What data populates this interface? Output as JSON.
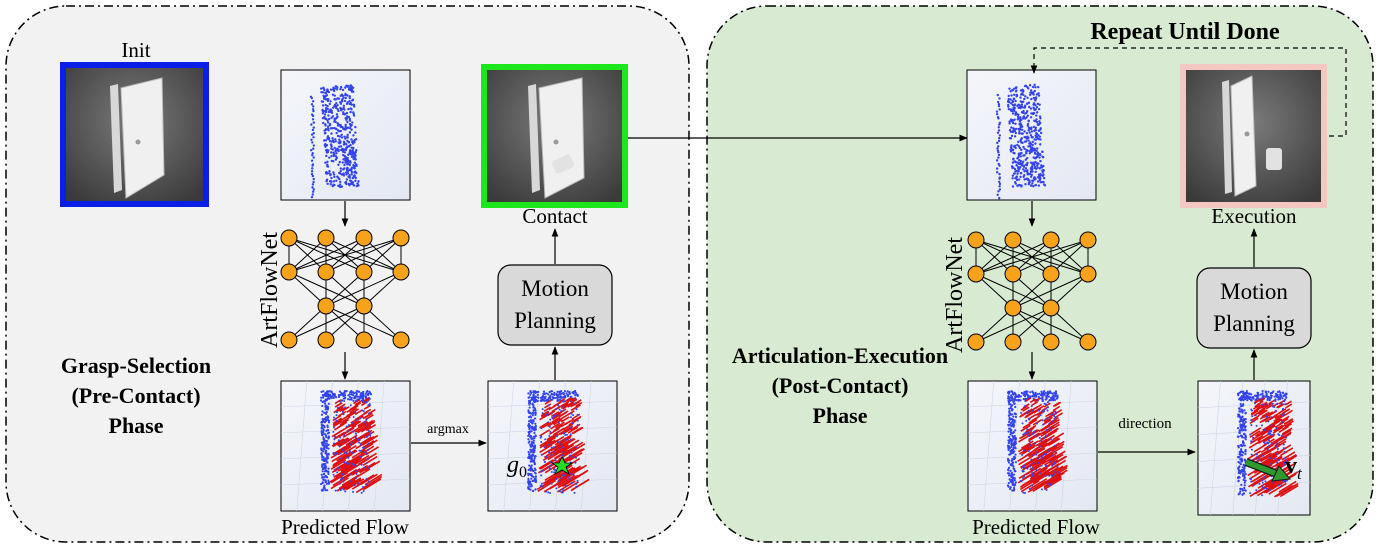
{
  "left_phase": {
    "title_lines": [
      "Grasp-Selection",
      "(Pre-Contact)",
      "Phase"
    ],
    "init_label": "Init",
    "contact_label": "Contact",
    "network_label": "ArtFlowNet",
    "motion_planning_lines": [
      "Motion",
      "Planning"
    ],
    "predicted_flow_label": "Predicted Flow",
    "arrow_label": "argmax",
    "grasp_symbol": "g",
    "grasp_subscript": "0"
  },
  "right_phase": {
    "banner": "Repeat Until Done",
    "title_lines": [
      "Articulation-Execution",
      "(Post-Contact)",
      "Phase"
    ],
    "execution_label": "Execution",
    "network_label": "ArtFlowNet",
    "motion_planning_lines": [
      "Motion",
      "Planning"
    ],
    "predicted_flow_label": "Predicted Flow",
    "arrow_label": "direction",
    "velocity_symbol": "v",
    "velocity_subscript": "t"
  },
  "colors": {
    "left_panel_bg": "#f2f2f2",
    "right_panel_bg": "#d9ead3",
    "init_frame": "#0a1ee6",
    "contact_frame": "#1ee61e",
    "execution_frame": "#f4c7c3",
    "node_fill": "#f7a21b",
    "flow_red": "#dd1111",
    "point_blue": "#3344ee",
    "arrow_green": "#2e9a2e",
    "box_fill": "#d9d9d9"
  }
}
